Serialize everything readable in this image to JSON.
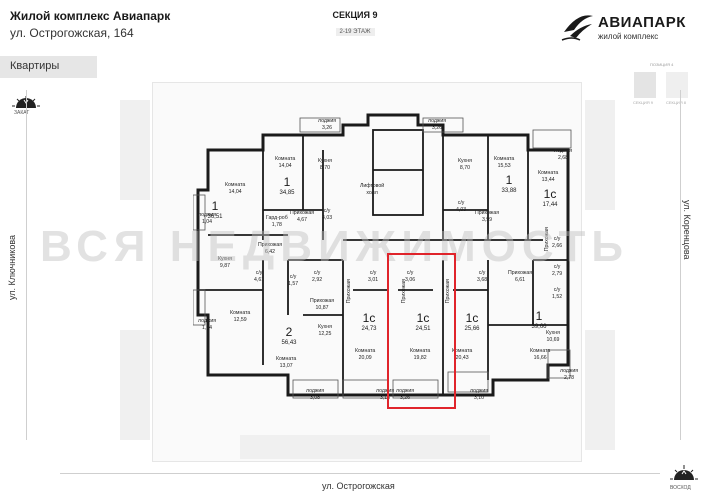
{
  "header": {
    "title": "Жилой комплекс Авиапарк",
    "address": "ул. Острогожская, 164",
    "section": "СЕКЦИЯ 9",
    "floors": "2-19 ЭТАЖ"
  },
  "brand": {
    "name": "АВИАПАРК",
    "subtitle": "жилой комплекс",
    "icon": "airplane-icon"
  },
  "tab": {
    "label": "Квартиры"
  },
  "minimap": {
    "title": "ПОЗИЦИЯ 4",
    "sec_a": "СЕКЦИЯ 9",
    "sec_b": "СЕКЦИЯ 8"
  },
  "compass": {
    "west": "ЗАКАТ",
    "east": "ВОСХОД"
  },
  "streets": {
    "left": "ул. Ключникова",
    "right": "ул. Коренцова",
    "bottom": "ул. Острогожская"
  },
  "watermark": "ВСЯ НЕДВИЖИМОСТЬ",
  "colors": {
    "highlight": "#e0242b",
    "wall": "#1a1a1a"
  },
  "apartments": [
    {
      "rooms": "1",
      "area": "36,51"
    },
    {
      "rooms": "1",
      "area": "34,85"
    },
    {
      "rooms": "2",
      "area": "56,43"
    },
    {
      "rooms": "1с",
      "area": "24,73"
    },
    {
      "rooms": "1с",
      "area": "24,51"
    },
    {
      "rooms": "1с",
      "area": "25,66"
    },
    {
      "rooms": "1",
      "area": "33,88"
    },
    {
      "rooms": "1с",
      "area": "17,44"
    },
    {
      "rooms": "1",
      "area": "39,66"
    }
  ],
  "rooms": [
    {
      "label": "лоджия",
      "value": "3,26"
    },
    {
      "label": "лоджия",
      "value": "3,26"
    },
    {
      "label": "Комната",
      "value": "14,04"
    },
    {
      "label": "Кухня",
      "value": "8,70"
    },
    {
      "label": "Лифтовой",
      "value": "холл"
    },
    {
      "label": "Кухня",
      "value": "8,70"
    },
    {
      "label": "Комната",
      "value": "15,53"
    },
    {
      "label": "лоджия",
      "value": "2,68"
    },
    {
      "label": "Комната",
      "value": "13,44"
    },
    {
      "label": "Комната",
      "value": "14,04"
    },
    {
      "label": "Гард-роб",
      "value": "1,78"
    },
    {
      "label": "Прихожая",
      "value": "4,67"
    },
    {
      "label": "с/у",
      "value": "4,03"
    },
    {
      "label": "с/у",
      "value": "4,03"
    },
    {
      "label": "Прихожая",
      "value": "3,99"
    },
    {
      "label": "лоджия",
      "value": "1,04"
    },
    {
      "label": "Кухня",
      "value": "9,87"
    },
    {
      "label": "Прихожая",
      "value": "6,42"
    },
    {
      "label": "с/у",
      "value": "4,61"
    },
    {
      "label": "с/у",
      "value": "1,57"
    },
    {
      "label": "с/у",
      "value": "2,92"
    },
    {
      "label": "с/у",
      "value": "3,01"
    },
    {
      "label": "с/у",
      "value": "3,06"
    },
    {
      "label": "с/у",
      "value": "3,68"
    },
    {
      "label": "Прихожая",
      "value": "6,61"
    },
    {
      "label": "с/у",
      "value": "2,66"
    },
    {
      "label": "с/у",
      "value": "2,79"
    },
    {
      "label": "с/у",
      "value": "1,52"
    },
    {
      "label": "Прихожая",
      "value": "10,87"
    },
    {
      "label": "Комната",
      "value": "12,59"
    },
    {
      "label": "лоджия",
      "value": "1,04"
    },
    {
      "label": "Кухня",
      "value": "12,25"
    },
    {
      "label": "Комната",
      "value": "13,07"
    },
    {
      "label": "Комната",
      "value": "20,09"
    },
    {
      "label": "Комната",
      "value": "19,82"
    },
    {
      "label": "Комната",
      "value": "20,43"
    },
    {
      "label": "Комната",
      "value": "16,66"
    },
    {
      "label": "Кухня",
      "value": "10,69"
    },
    {
      "label": "лоджия",
      "value": "2,78"
    },
    {
      "label": "лоджия",
      "value": "3,08"
    },
    {
      "label": "лоджия",
      "value": "3,16"
    },
    {
      "label": "лоджия",
      "value": "3,26"
    },
    {
      "label": "лоджия",
      "value": "3,10"
    }
  ],
  "hallway_labels": [
    "Прихожая",
    "Прихожая",
    "Прихожая",
    "Прихожая"
  ]
}
